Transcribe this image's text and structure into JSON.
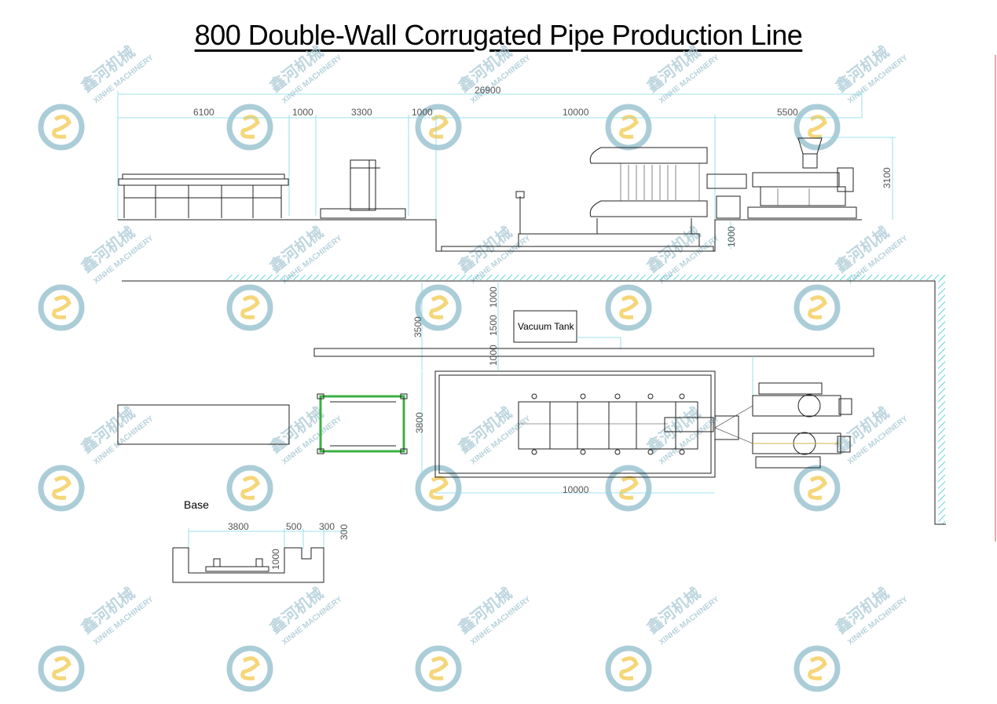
{
  "title": "800 Double-Wall Corrugated  Pipe Production Line",
  "watermark": {
    "brand_cn": "鑫河机械",
    "brand_en": "XINHE MACHINERY",
    "color": "#a9c9d4",
    "logo_color": "#7fb3c2",
    "logo_accent": "#f2c94c"
  },
  "side_view": {
    "overall": "26900",
    "segments": [
      "6100",
      "1000",
      "3300",
      "1000",
      "10000",
      "5500"
    ],
    "height": "3100",
    "pit_depth": "1000"
  },
  "plan_view": {
    "vacuum_tank_label": "Vacuum Tank",
    "v_dims": [
      "3500",
      "1000",
      "1500",
      "1000"
    ],
    "mold_width": "3800",
    "mold_length": "10000"
  },
  "base": {
    "label": "Base",
    "dims": [
      "3800",
      "500",
      "300"
    ],
    "v_dims": [
      "300",
      "1000"
    ]
  },
  "colors": {
    "dimension": "#7fd8e6",
    "hatch": "#3fc9d9",
    "frame_green": "#3cb043",
    "border_red": "#e05050"
  }
}
